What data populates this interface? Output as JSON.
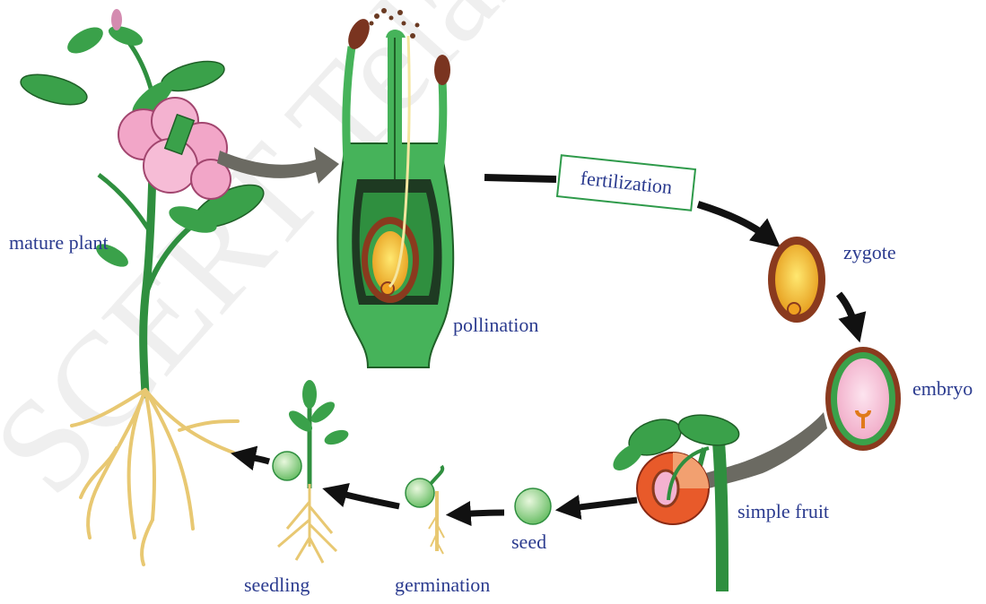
{
  "diagram": {
    "labels": {
      "mature_plant": "mature plant",
      "pollination": "pollination",
      "fertilization": "fertilization",
      "zygote": "zygote",
      "embryo": "embryo",
      "simple_fruit": "simple fruit",
      "seed": "seed",
      "germination": "germination",
      "seedling": "seedling"
    },
    "watermark": "SCERT Telangana",
    "colors": {
      "label_text": "#2b3b8f",
      "leaf_green": "#3aa14a",
      "stem_green": "#2f8f3f",
      "petal_pink": "#f2a6c8",
      "ovule_brown": "#8a3a1e",
      "ovule_yellow": "#f2b530",
      "fertilization_border": "#2e9a4a",
      "arrow_black": "#111111",
      "arrow_grey": "#6b6a62"
    }
  }
}
